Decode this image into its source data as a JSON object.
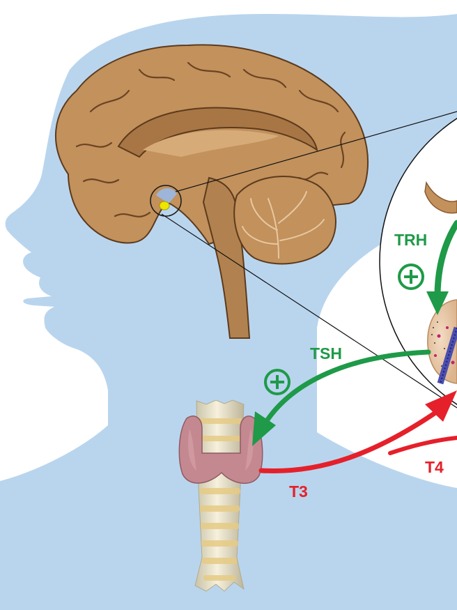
{
  "labels": {
    "trh": "TRH",
    "tsh": "TSH",
    "t3": "T3",
    "t4": "T4"
  },
  "stimulatory_sign": {
    "glyph": "+",
    "icon": "circled-plus-icon"
  },
  "colors": {
    "head_silhouette": "#b9d5ee",
    "brain": "#c2915c",
    "brain_dark": "#8a5a30",
    "stimulation_green": "#1e9a48",
    "hormone_red": "#e5202a",
    "thyroid": "#c48890",
    "trachea": "#efe2b8"
  }
}
